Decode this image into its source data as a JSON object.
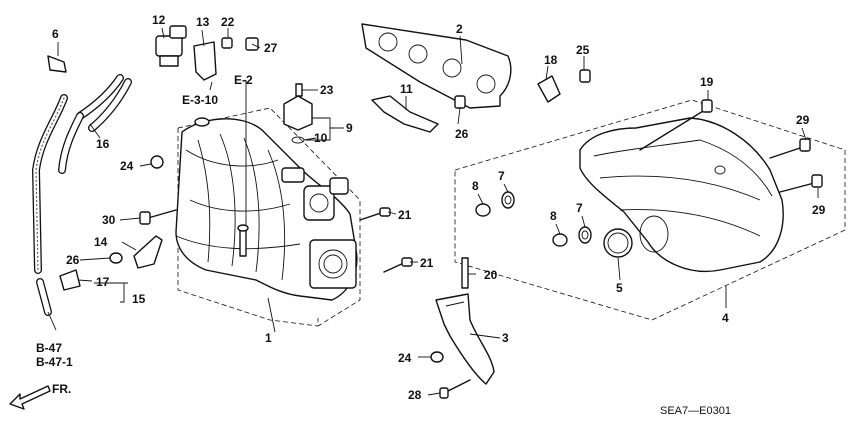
{
  "diagram": {
    "callouts": [
      "1",
      "2",
      "3",
      "4",
      "5",
      "6",
      "7",
      "7",
      "8",
      "8",
      "9",
      "10",
      "11",
      "12",
      "13",
      "14",
      "15",
      "16",
      "17",
      "18",
      "19",
      "20",
      "21",
      "21",
      "22",
      "23",
      "24",
      "24",
      "25",
      "26",
      "26",
      "27",
      "28",
      "29",
      "29",
      "30"
    ],
    "references": [
      "E-2",
      "E-3-10",
      "B-47",
      "B-47-1"
    ],
    "direction_label": "FR.",
    "diagram_code": "SEA7—E0301"
  }
}
